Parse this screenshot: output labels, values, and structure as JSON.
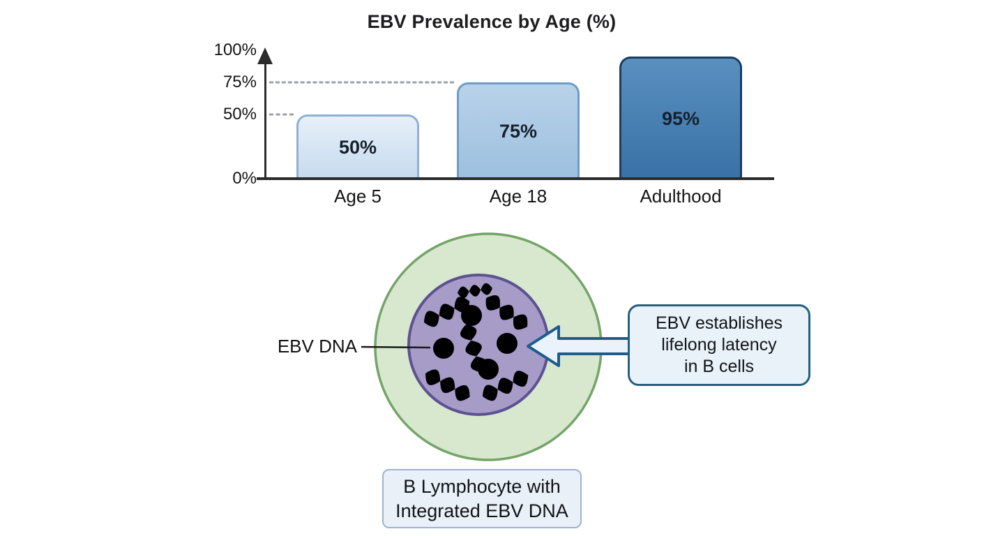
{
  "chart_data": {
    "type": "bar",
    "title": "EBV Prevalence by Age (%)",
    "categories": [
      "Age 5",
      "Age 18",
      "Adulthood"
    ],
    "values": [
      50,
      75,
      95
    ],
    "value_labels": [
      "50%",
      "75%",
      "95%"
    ],
    "xlabel": "",
    "ylabel": "",
    "ylim": [
      0,
      100
    ],
    "yticks": [
      {
        "value": 0,
        "label": "0%"
      },
      {
        "value": 50,
        "label": "50%"
      },
      {
        "value": 75,
        "label": "75%"
      },
      {
        "value": 100,
        "label": "100%"
      }
    ],
    "gridlines": [
      50,
      75
    ],
    "grid_style": "dashed",
    "legend": "none",
    "bar_fills": [
      {
        "top": "#e7f0f9",
        "bottom": "#c6daee",
        "border": "#8fb0d4"
      },
      {
        "top": "#b9d2ea",
        "bottom": "#9cc0de",
        "border": "#6f9cc6"
      },
      {
        "top": "#5990c0",
        "bottom": "#3a71a6",
        "border": "#1c3e5e"
      }
    ],
    "colors": {
      "axis": "#2b2b2b",
      "grid": "#98a1ac",
      "label": "#16202b"
    }
  },
  "diagram": {
    "ebv_dna_label": "EBV DNA",
    "callout_lines": [
      "EBV establishes",
      "lifelong latency",
      "in B cells"
    ],
    "cell_label_lines": [
      "B Lymphocyte with",
      "Integrated EBV DNA"
    ],
    "episome_count": 4,
    "colors": {
      "cell_fill": "#d7e8cf",
      "cell_border": "#74a467",
      "nucleus_fill": "#a79bc8",
      "nucleus_border": "#5d5291",
      "episome_red": "#c93a3b",
      "dna_blue": "#2272a5",
      "arrow_fill": "#eaf2fb",
      "arrow_border": "#1e5c8c",
      "callout_fill": "#e9f2f9",
      "callout_border": "#26607f",
      "label_box_fill": "#eaf0f8",
      "label_box_border": "#9db3cf"
    }
  }
}
